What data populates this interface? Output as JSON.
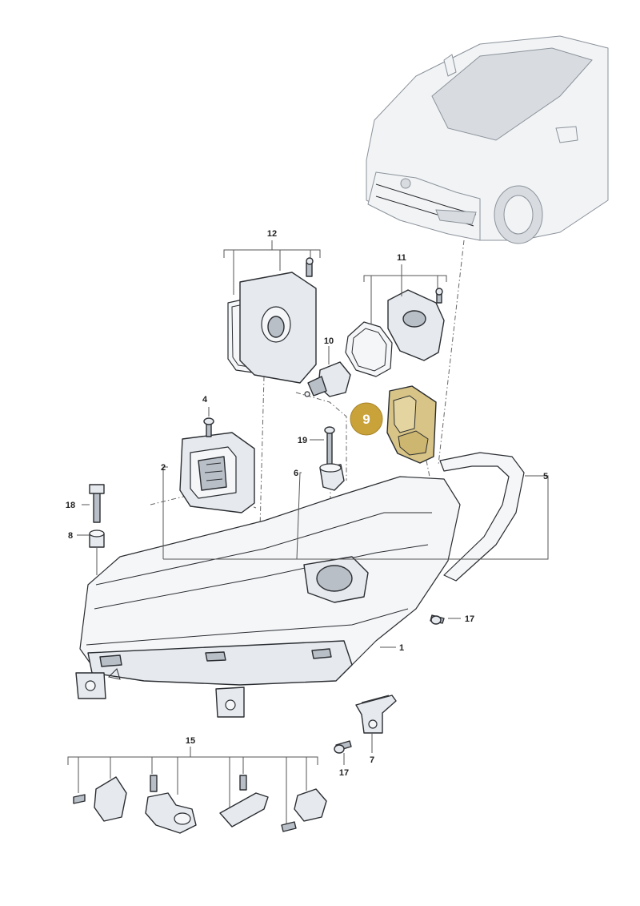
{
  "diagram": {
    "callouts": {
      "p1": "1",
      "p2": "2",
      "p4": "4",
      "p5": "5",
      "p6": "6",
      "p7": "7",
      "p8": "8",
      "p9": "9",
      "p10": "10",
      "p11": "11",
      "p12": "12",
      "p15": "15",
      "p17a": "17",
      "p17b": "17",
      "p18": "18",
      "p19": "19"
    },
    "colors": {
      "highlight_fill": "#c9a23a",
      "highlight_part": "#d8c486",
      "line": "#2a2d31"
    }
  }
}
